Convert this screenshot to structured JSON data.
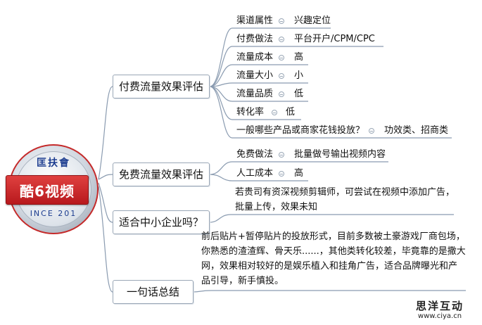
{
  "center": {
    "banner": "酷6视频",
    "seal_top": "匡扶會",
    "seal_bottom": "INCE 201"
  },
  "branches": [
    {
      "label": "付费流量效果评估",
      "items": [
        {
          "label": "渠道属性",
          "value": "兴趣定位"
        },
        {
          "label": "付费做法",
          "value": "平台开户/CPM/CPC"
        },
        {
          "label": "流量成本",
          "value": "高"
        },
        {
          "label": "流量大小",
          "value": "小"
        },
        {
          "label": "流量品质",
          "value": "低"
        },
        {
          "label": "转化率",
          "value": "低"
        },
        {
          "label": "一般哪些产品或商家花钱投放？",
          "value": "功效类、招商类"
        }
      ]
    },
    {
      "label": "免费流量效果评估",
      "items": [
        {
          "label": "免费做法",
          "value": "批量做号输出视频内容"
        },
        {
          "label": "人工成本",
          "value": "高"
        }
      ]
    },
    {
      "label": "适合中小企业吗？",
      "text": "若贵司有资深视频剪辑师，可尝试在视频中添加广告，批量上传，效果未知"
    },
    {
      "label": "一句话总结",
      "text": "前后贴片+暂停贴片的投放形式，目前多数被土豪游戏厂商包场，你熟悉的渣渣辉、骨天乐......，其他类转化较差，毕竟靠的是撒大网，效果相对较好的是娱乐植入和挂角广告，适合品牌曝光和产品引导，新手慎投。"
    }
  ],
  "watermark": {
    "name": "思洋互动",
    "url": "www.ciya.cn"
  },
  "colors": {
    "connector": "#8a9bb0",
    "banner_red": "#c8262a",
    "seal_blue": "#1b3c8f"
  }
}
